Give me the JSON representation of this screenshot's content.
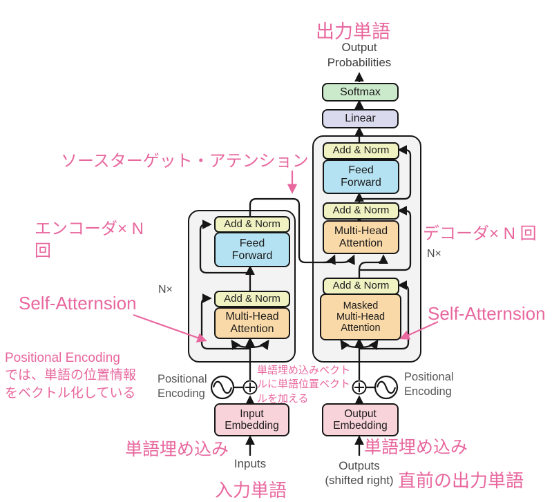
{
  "title": "Transformer architecture diagram with Japanese annotations",
  "annotations": {
    "output_word": "出力単語",
    "source_target_attention": "ソースターゲット・アテンション",
    "encoder_times_n": "エンコーダ× N\n回",
    "decoder_times_n": "デコーダ× N 回",
    "self_attention_left": "Self-Atternsion",
    "self_attention_right": "Self-Atternsion",
    "positional_note": "Positional Encoding\nでは、単語の位置情報\nをベクトル化している",
    "embedding_add_note": "単語埋め込みベクト\nルに単語位置ベクト\nルを加える",
    "word_embedding_left": "単語埋め込み",
    "word_embedding_right": "単語埋め込み",
    "input_word": "入力単語",
    "previous_output_word": "直前の出力単語"
  },
  "labels": {
    "output_probabilities": "Output\nProbabilities",
    "positional_encoding_left": "Positional\nEncoding",
    "positional_encoding_right": "Positional\nEncoding",
    "n_times_left": "N×",
    "n_times_right": "N×",
    "inputs": "Inputs",
    "outputs": "Outputs\n(shifted right)"
  },
  "boxes": {
    "softmax": "Softmax",
    "linear": "Linear",
    "add_norm": "Add & Norm",
    "feed_forward": "Feed\nForward",
    "multi_head_attention": "Multi-Head\nAttention",
    "masked_multi_head_attention": "Masked\nMulti-Head\nAttention",
    "input_embedding": "Input\nEmbedding",
    "output_embedding": "Output\nEmbedding"
  },
  "colors": {
    "annotation_pink": "#e8679e",
    "softmax_green": "#cbe9cb",
    "linear_purple": "#d9daee",
    "add_norm_yellow": "#f0f2c2",
    "feed_forward_blue": "#b5e2f2",
    "attention_orange": "#fad9a8",
    "embedding_pink": "#f9d3da",
    "block_background": "#f3f3f3",
    "line_black": "#161616",
    "label_gray": "#4a4a4a"
  }
}
